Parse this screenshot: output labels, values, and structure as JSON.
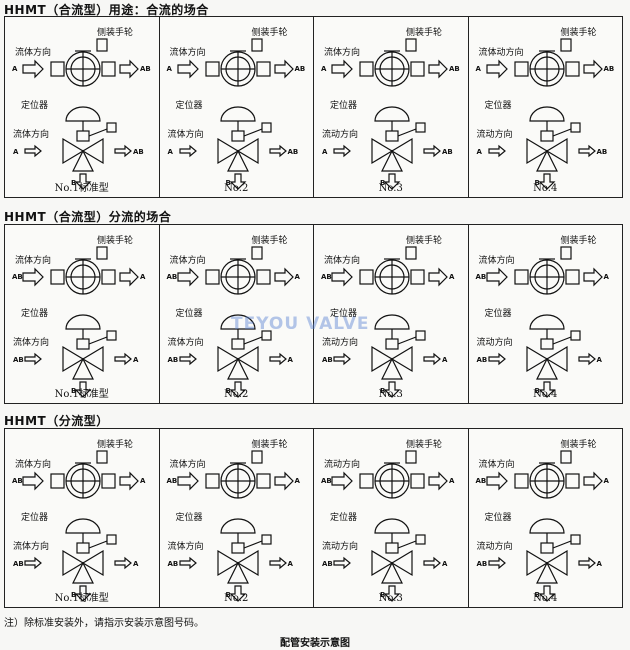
{
  "sections": [
    {
      "title": "HHMT（合流型）用途：合流的场合",
      "panels": [
        {
          "caption": "No.1标准型",
          "labels": {
            "dir1": "流体方向",
            "handwheel": "侧装手轮",
            "positioner": "定位器",
            "dir2": "流体方向"
          },
          "ports": {
            "top_in": "A",
            "top_out": "AB",
            "bot_in": "A",
            "bot_out": "AB",
            "bot_bottom": "B"
          }
        },
        {
          "caption": "No.2",
          "labels": {
            "dir1": "流体方向",
            "handwheel": "侧装手轮",
            "positioner": "定位器",
            "dir2": "流体方向"
          },
          "ports": {
            "top_in": "A",
            "top_out": "AB",
            "bot_in": "A",
            "bot_out": "AB",
            "bot_bottom": "B"
          }
        },
        {
          "caption": "No.3",
          "labels": {
            "dir1": "流体方向",
            "handwheel": "侧装手轮",
            "positioner": "定位器",
            "dir2": "流动方向"
          },
          "ports": {
            "top_in": "A",
            "top_out": "AB",
            "bot_in": "A",
            "bot_out": "AB",
            "bot_bottom": "B"
          }
        },
        {
          "caption": "No.4",
          "labels": {
            "dir1": "流体动方向",
            "handwheel": "侧装手轮",
            "positioner": "定位器",
            "dir2": "流动方向"
          },
          "ports": {
            "top_in": "A",
            "top_out": "AB",
            "bot_in": "A",
            "bot_out": "AB",
            "bot_bottom": "B"
          }
        }
      ]
    },
    {
      "title": "HHMT（合流型）分流的场合",
      "panels": [
        {
          "caption": "No.1标准型",
          "labels": {
            "dir1": "流体方向",
            "handwheel": "侧装手轮",
            "positioner": "定位器",
            "dir2": "流体方向"
          },
          "ports": {
            "top_in": "AB",
            "top_out": "A",
            "bot_in": "AB",
            "bot_out": "A",
            "bot_bottom": "B"
          }
        },
        {
          "caption": "No.2",
          "labels": {
            "dir1": "流体方向",
            "handwheel": "侧装手轮",
            "positioner": "定位器",
            "dir2": "流体方向"
          },
          "ports": {
            "top_in": "AB",
            "top_out": "A",
            "bot_in": "AB",
            "bot_out": "A",
            "bot_bottom": "B"
          }
        },
        {
          "caption": "No.3",
          "labels": {
            "dir1": "流体方向",
            "handwheel": "侧装手轮",
            "positioner": "定位器",
            "dir2": "流动方向"
          },
          "ports": {
            "top_in": "AB",
            "top_out": "A",
            "bot_in": "AB",
            "bot_out": "A",
            "bot_bottom": "B"
          }
        },
        {
          "caption": "No.4",
          "labels": {
            "dir1": "流体方向",
            "handwheel": "侧装手轮",
            "positioner": "定位器",
            "dir2": "流动方向"
          },
          "ports": {
            "top_in": "AB",
            "top_out": "A",
            "bot_in": "AB",
            "bot_out": "A",
            "bot_bottom": "B"
          }
        }
      ]
    },
    {
      "title": "HHMT（分流型）",
      "panels": [
        {
          "caption": "No.1标准型",
          "labels": {
            "dir1": "流体方向",
            "handwheel": "侧装手轮",
            "positioner": "定位器",
            "dir2": "流体方向"
          },
          "ports": {
            "top_in": "AB",
            "top_out": "A",
            "bot_in": "AB",
            "bot_out": "A",
            "bot_bottom": "B"
          }
        },
        {
          "caption": "No.2",
          "labels": {
            "dir1": "流体方向",
            "handwheel": "侧装手轮",
            "positioner": "定位器",
            "dir2": "流体方向"
          },
          "ports": {
            "top_in": "AB",
            "top_out": "A",
            "bot_in": "AB",
            "bot_out": "A",
            "bot_bottom": "B"
          }
        },
        {
          "caption": "No.3",
          "labels": {
            "dir1": "流动方向",
            "handwheel": "侧装手轮",
            "positioner": "定位器",
            "dir2": "流动方向"
          },
          "ports": {
            "top_in": "AB",
            "top_out": "A",
            "bot_in": "AB",
            "bot_out": "A",
            "bot_bottom": "B"
          }
        },
        {
          "caption": "No.4",
          "labels": {
            "dir1": "流体方向",
            "handwheel": "侧装手轮",
            "positioner": "定位器",
            "dir2": "流动方向"
          },
          "ports": {
            "top_in": "AB",
            "top_out": "A",
            "bot_in": "AB",
            "bot_out": "A",
            "bot_bottom": "B"
          }
        }
      ]
    }
  ],
  "watermark": "TEYOU VALVE",
  "note": "注）除标准安装外，请指示安装示意图号码。",
  "footer": "配管安装示意图"
}
